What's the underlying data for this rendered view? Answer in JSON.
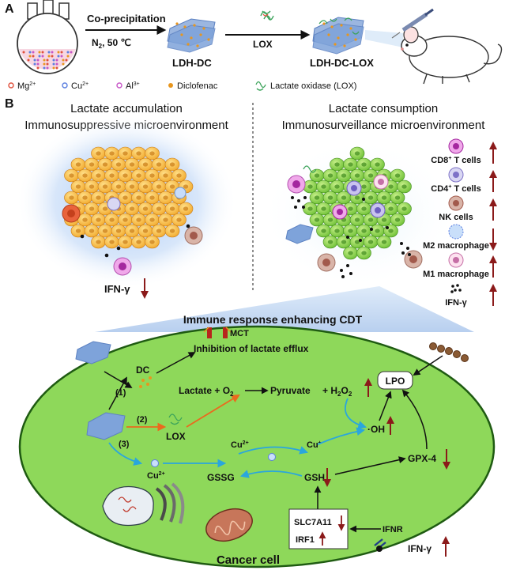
{
  "panel_a": {
    "label": "A",
    "step1": "Co-precipitation",
    "step1_cond_main": "N",
    "step1_cond_sub": "2",
    "step1_cond_rest": ", 50 ℃",
    "step2": "LOX",
    "product1": "LDH-DC",
    "product2": "LDH-DC-LOX",
    "legend": [
      {
        "base": "Mg",
        "sup": "2+",
        "color": "#e0503c"
      },
      {
        "base": "Cu",
        "sup": "2+",
        "color": "#5b7fe0"
      },
      {
        "base": "Al",
        "sup": "3+",
        "color": "#c756c7"
      },
      {
        "base": "Diclofenac",
        "sup": "",
        "color": "#e8961e"
      },
      {
        "base": "Lactate oxidase (LOX)",
        "sup": "",
        "color": "#3ba35a"
      }
    ]
  },
  "panel_b": {
    "label": "B",
    "left_title1": "Lactate accumulation",
    "left_title2": "Immunosuppressive microenvironment",
    "right_title1": "Lactate consumption",
    "right_title2": "Immunosurveillance microenvironment",
    "left_ifn": "IFN-γ",
    "cells": [
      {
        "base": "CD8",
        "sup": "+",
        "rest": " T cells"
      },
      {
        "base": "CD4",
        "sup": "+",
        "rest": " T cells"
      },
      {
        "base": "NK cells",
        "sup": "",
        "rest": ""
      },
      {
        "base": "M2 macrophage",
        "sup": "",
        "rest": ""
      },
      {
        "base": "M1 macrophage",
        "sup": "",
        "rest": ""
      },
      {
        "base": "IFN-γ",
        "sup": "",
        "rest": ""
      }
    ],
    "cell_trends": [
      "up",
      "up",
      "up",
      "down",
      "up",
      "up"
    ]
  },
  "mechanism": {
    "banner": "Immune response enhancing CDT",
    "mct": "MCT",
    "inhibition": "Inhibition of lactate efflux",
    "dc": "DC",
    "path1": "(1)",
    "path2": "(2)",
    "path3": "(3)",
    "lox": "LOX",
    "lactate": "Lactate + O",
    "lactate_sub": "2",
    "pyruvate": "Pyruvate",
    "h2o2_pre": "+ H",
    "h2o2_sub1": "2",
    "h2o2_mid": "O",
    "h2o2_sub2": "2",
    "lpo": "LPO",
    "oh": "·OH",
    "cu2_main": "Cu",
    "cu2_sup": "2+",
    "cu_plus_main": "Cu",
    "cu_plus_sup": "+",
    "gssg": "GSSG",
    "gsh": "GSH",
    "gpx4": "GPX-4",
    "slc": "SLC7A11",
    "irf": "IRF1",
    "ifnr": "IFNR",
    "ifn": "IFN-γ",
    "cancer": "Cancer cell"
  },
  "colors": {
    "up_arrow": "#8b1a1a",
    "cell_green": "#8ed85a",
    "tumor_yellow": "#f7c04a",
    "tumor_green": "#9fdc5a",
    "blue_arrow": "#2aa6dd",
    "orange_arrow": "#ea6a1e"
  }
}
